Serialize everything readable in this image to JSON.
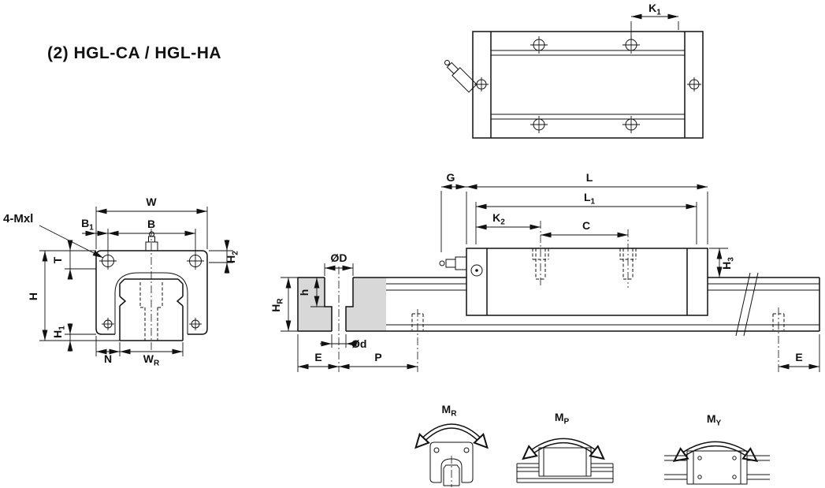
{
  "title": "(2) HGL-CA / HGL-HA",
  "labels": {
    "four_mxl": "4-Mxl",
    "w": "W",
    "b": "B",
    "b1": {
      "main": "B",
      "sub": "1"
    },
    "t": "T",
    "h": "H",
    "h1": {
      "main": "H",
      "sub": "1"
    },
    "h2": {
      "main": "H",
      "sub": "2"
    },
    "h3": {
      "main": "H",
      "sub": "3"
    },
    "n": "N",
    "wr": {
      "main": "W",
      "sub": "R"
    },
    "k1": {
      "main": "K",
      "sub": "1"
    },
    "k2": {
      "main": "K",
      "sub": "2"
    },
    "g": "G",
    "l": "L",
    "l1": {
      "main": "L",
      "sub": "1"
    },
    "c": "C",
    "dia_D": "ØD",
    "dia_d": "Ød",
    "h_small": "h",
    "hr": {
      "main": "H",
      "sub": "R"
    },
    "e": "E",
    "p": "P",
    "mr": {
      "main": "M",
      "sub": "R"
    },
    "mp": {
      "main": "M",
      "sub": "P"
    },
    "my": {
      "main": "M",
      "sub": "Y"
    }
  },
  "colors": {
    "line": "#111111",
    "rail_section_fill": "#d8d8d8",
    "background": "#ffffff"
  }
}
